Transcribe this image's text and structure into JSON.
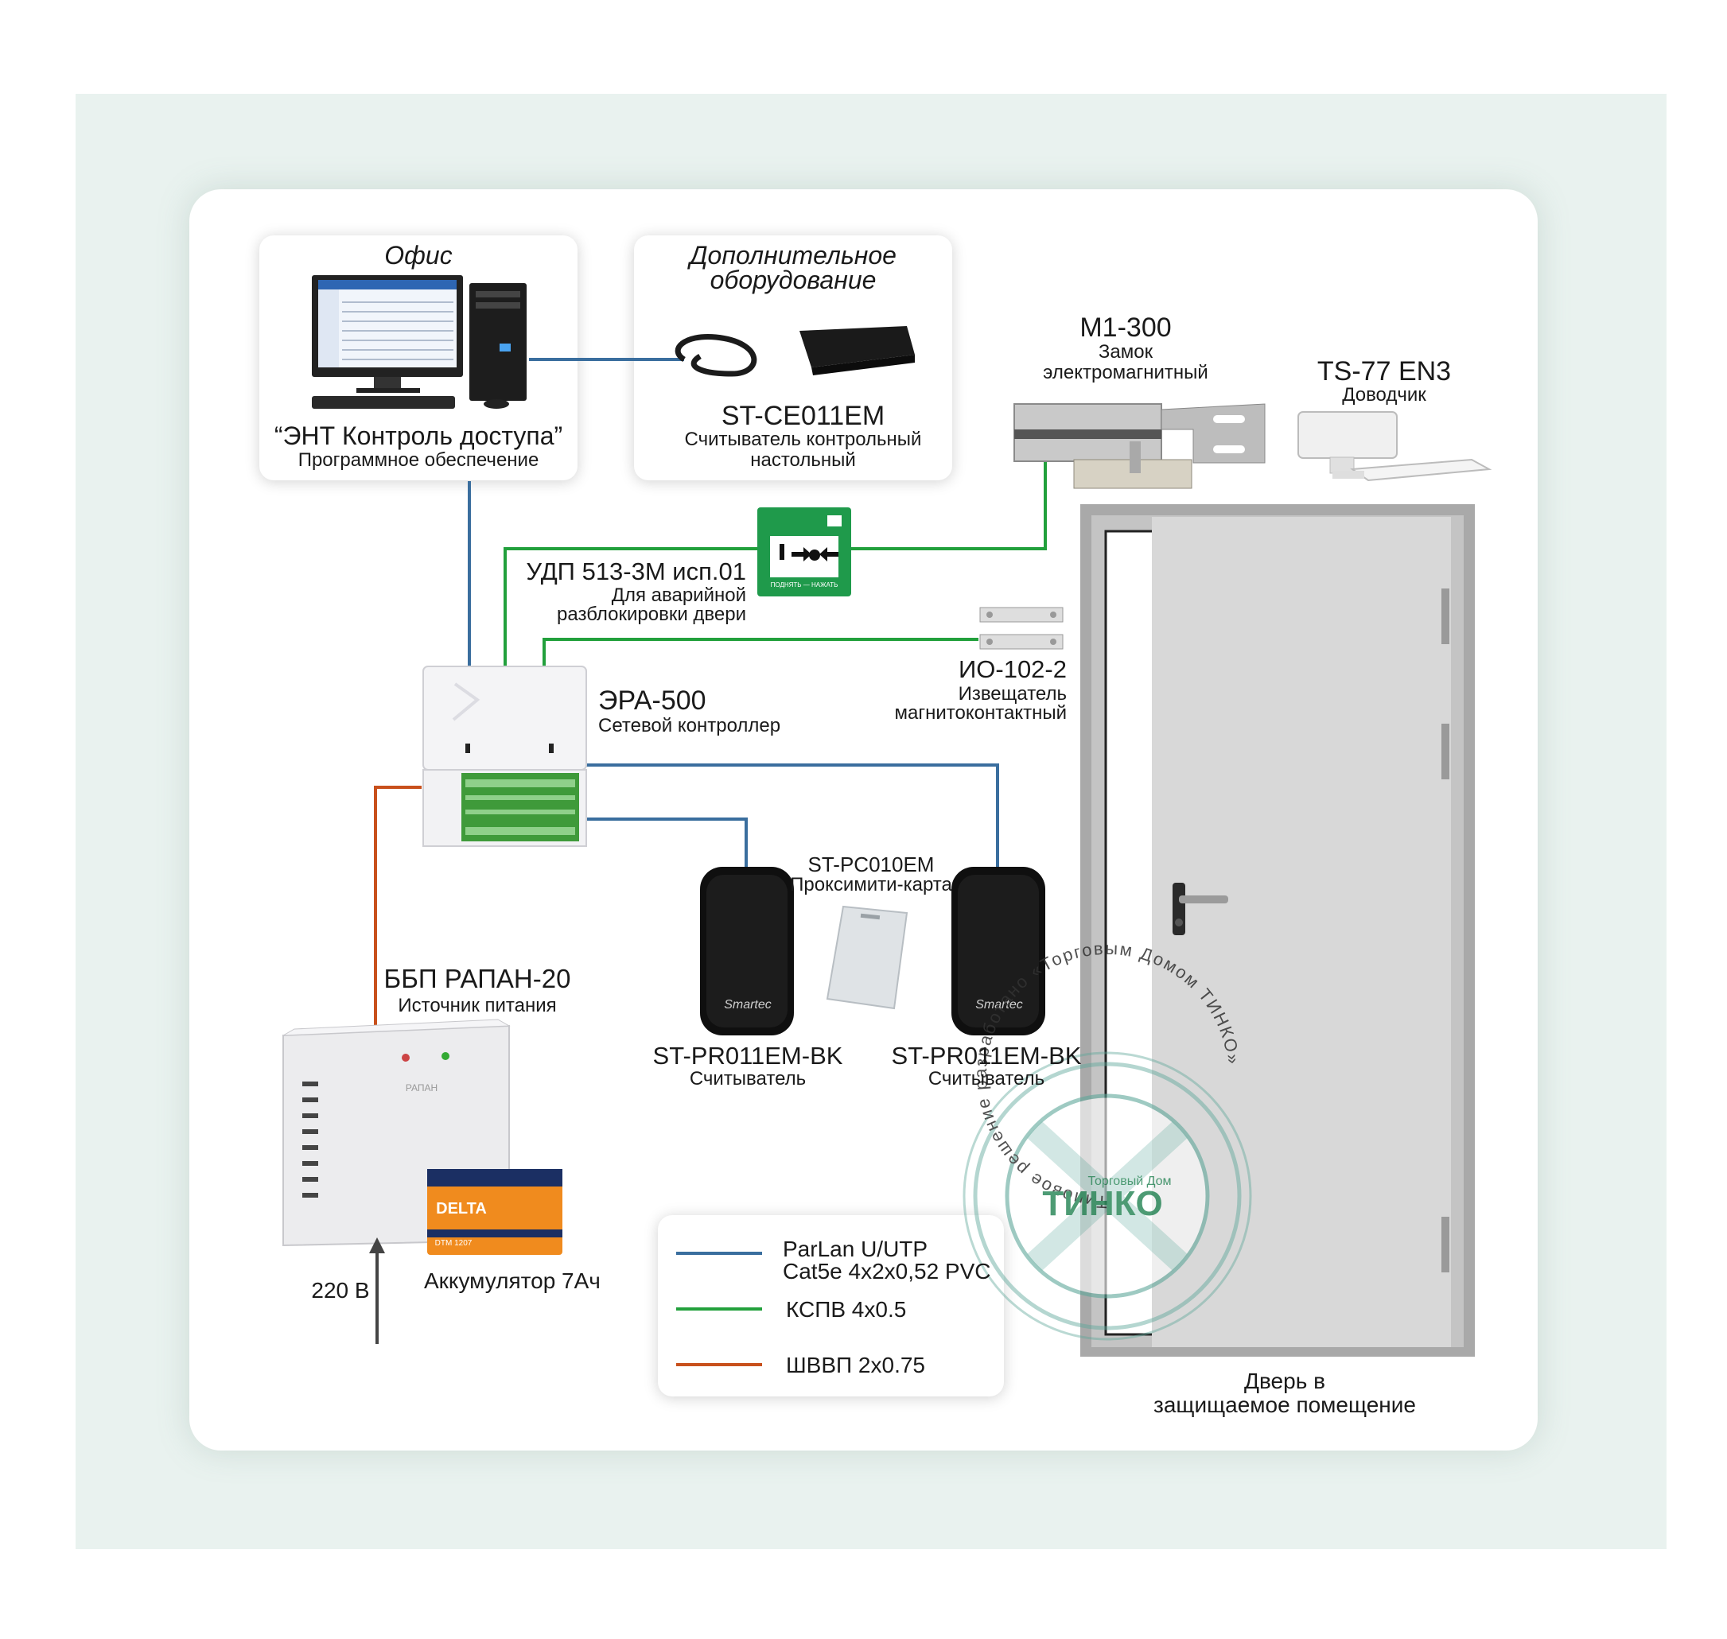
{
  "office": {
    "title": "Офис",
    "software_name": "“ЭНТ Контроль доступа”",
    "software_desc": "Программное обеспечение"
  },
  "extra": {
    "title_line1": "Дополнительное",
    "title_line2": "оборудование",
    "model": "ST-CE011EM",
    "desc_line1": "Считыватель контрольный",
    "desc_line2": "настольный"
  },
  "lock": {
    "model": "М1-300",
    "desc_line1": "Замок",
    "desc_line2": "электромагнитный"
  },
  "closer": {
    "model": "TS-77 EN3",
    "desc": "Доводчик"
  },
  "emergency": {
    "model": "УДП 513-3М исп.01",
    "desc_line1": "Для аварийной",
    "desc_line2": "разблокировки двери",
    "panel_text": "ПОДНЯТЬ — НАЖАТЬ"
  },
  "sensor": {
    "model": "ИО-102-2",
    "desc_line1": "Извещатель",
    "desc_line2": "магнитоконтактный"
  },
  "controller": {
    "model": "ЭРА-500",
    "desc": "Сетевой контроллер"
  },
  "card": {
    "model": "ST-PC010EM",
    "desc": "Проксимити-карта"
  },
  "reader1": {
    "model": "ST-PR011EM-BK",
    "desc": "Считыватель",
    "brand": "Smartec"
  },
  "reader2": {
    "model": "ST-PR011EM-BK",
    "desc": "Считыватель",
    "brand": "Smartec"
  },
  "psu": {
    "model": "ББП РАПАН-20",
    "desc": "Источник питания",
    "brand": "РАПАН"
  },
  "battery": {
    "label": "Аккумулятор 7Ач",
    "brand": "DELTA",
    "type": "DTM 1207"
  },
  "mains": {
    "label": "220 В"
  },
  "door": {
    "line1": "Дверь в",
    "line2": "защищаемое помещение"
  },
  "legend": {
    "items": [
      {
        "line1": "ParLan U/UTP",
        "line2": "Cat5e 4x2x0,52 PVC",
        "color": "#3a6e9e"
      },
      {
        "line1": "КСПВ 4x0.5",
        "line2": "",
        "color": "#22a03c"
      },
      {
        "line1": "ШВВП 2x0.75",
        "line2": "",
        "color": "#c8501c"
      }
    ]
  },
  "stamp": {
    "ring_text": "Типовое решение разработано «Торговым Домом ТИНКО»",
    "company_small": "Торговый Дом",
    "company": "ТИНКО"
  },
  "colors": {
    "blue": "#3a6e9e",
    "green": "#22a03c",
    "orange": "#c8501c",
    "background": "#e9f2ef"
  }
}
